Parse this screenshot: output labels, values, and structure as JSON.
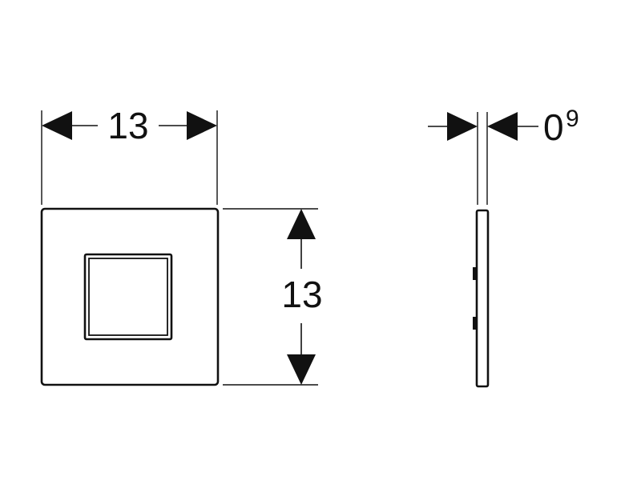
{
  "front_view": {
    "width_label": "13",
    "height_label": "13"
  },
  "side_view": {
    "thickness_label": "0",
    "thickness_superscript": "9"
  },
  "colors": {
    "line": "#111111",
    "background": "#ffffff"
  }
}
